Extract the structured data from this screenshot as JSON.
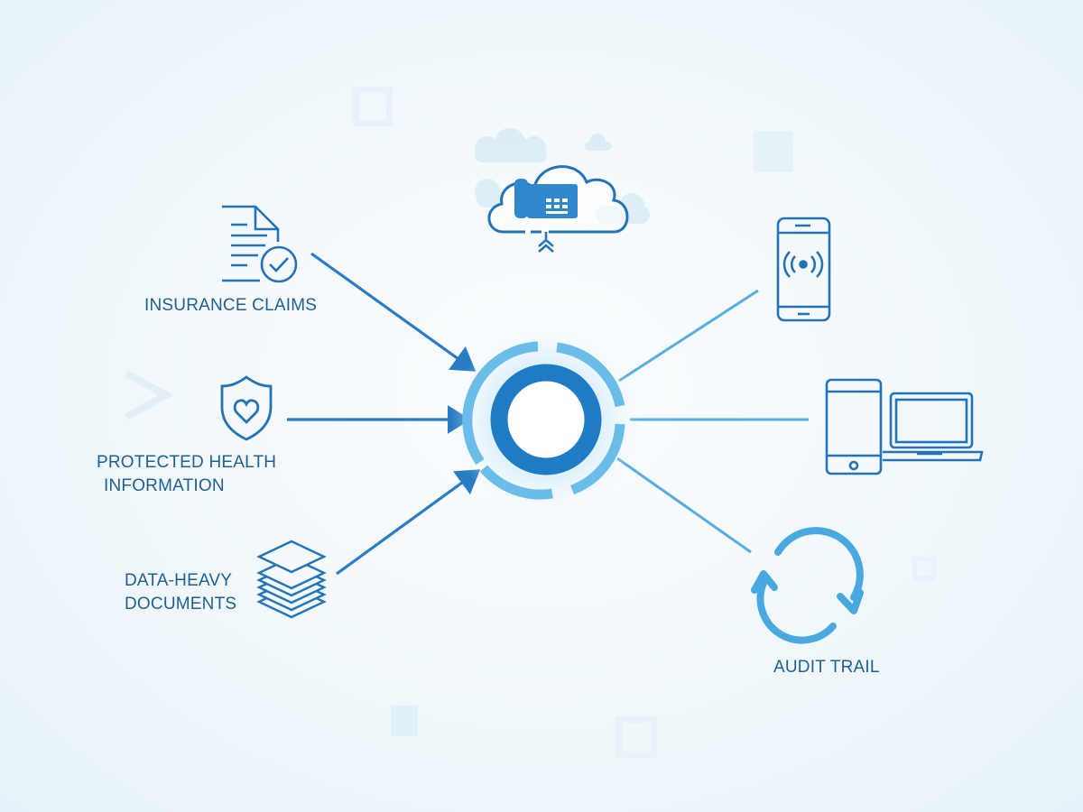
{
  "diagram": {
    "title": "",
    "hub": {
      "name": "central-hub",
      "colors": {
        "inner_ring": "#1f7cc4",
        "outer_ring": "#6bbde9",
        "glow": "#bfe3f7"
      }
    },
    "top_node": {
      "icon": "cloud-phone-icon",
      "label": ""
    },
    "inputs": [
      {
        "label": "INSURANCE CLAIMS",
        "icon": "document-check-icon"
      },
      {
        "label_line1": "PROTECTED HEALTH",
        "label_line2": "INFORMATION",
        "icon": "shield-heart-icon"
      },
      {
        "label_line1": "DATA-HEAVY",
        "label_line2": "DOCUMENTS",
        "icon": "layers-stack-icon"
      }
    ],
    "outputs": [
      {
        "label": "",
        "icon": "smartphone-signal-icon"
      },
      {
        "label": "",
        "icon": "tablet-laptop-icon"
      },
      {
        "label": "AUDIT TRAIL",
        "icon": "sync-arrows-icon"
      }
    ],
    "colors": {
      "text": "#1f5f96",
      "icon_stroke": "#2473b6",
      "input_arrow": "#2a7cc2",
      "output_line": "#58ade1",
      "background": "#f3f9fc"
    }
  }
}
